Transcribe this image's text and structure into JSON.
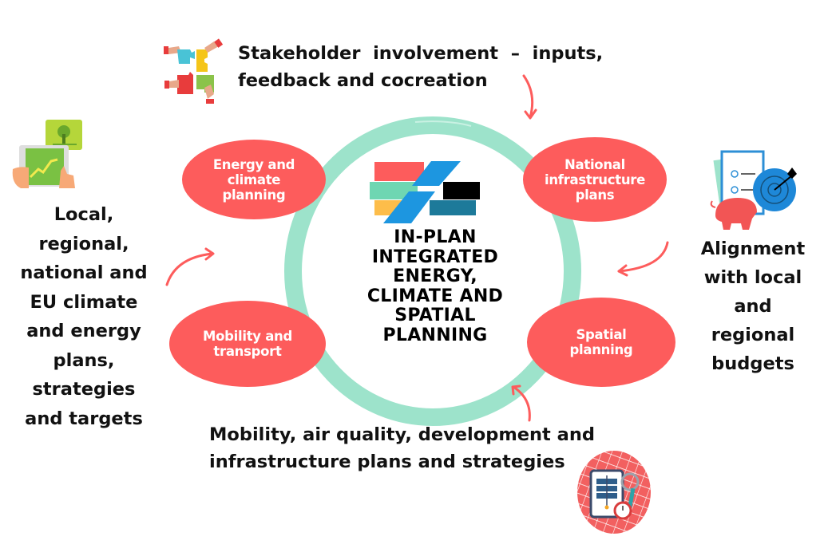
{
  "diagram": {
    "center": {
      "title_lines": [
        "IN-PLAN",
        "INTEGRATED",
        "ENERGY,",
        "CLIMATE AND",
        "SPATIAL",
        "PLANNING"
      ],
      "logo": "in-plan-logo"
    },
    "nodes": [
      {
        "id": "energy-climate",
        "lines": [
          "Energy and",
          "climate",
          "planning"
        ]
      },
      {
        "id": "national-infrastructure",
        "lines": [
          "National",
          "infrastructure",
          "plans"
        ]
      },
      {
        "id": "mobility-transport",
        "lines": [
          "Mobility and",
          "transport"
        ]
      },
      {
        "id": "spatial-planning",
        "lines": [
          "Spatial",
          "planning"
        ]
      }
    ],
    "inputs": {
      "top": {
        "lines": [
          "Stakeholder  involvement  –  inputs,",
          "feedback and cocreation"
        ],
        "icon": "puzzle-hands-icon"
      },
      "left": {
        "lines": [
          "Local,",
          "regional,",
          "national and",
          "EU climate",
          "and energy",
          "plans,",
          "strategies",
          "and targets"
        ],
        "icon": "tablet-growth-icon"
      },
      "right": {
        "lines": [
          "Alignment",
          "with local",
          "and",
          "regional",
          "budgets"
        ],
        "icon": "budget-target-icon"
      },
      "bottom": {
        "lines": [
          "Mobility, air quality, development and",
          "infrastructure plans and strategies"
        ],
        "icon": "city-map-icon"
      }
    },
    "colors": {
      "node": "#fd5c5c",
      "ring": "#9de3cb",
      "arrow": "#fd5c5c",
      "text": "#111111",
      "logo_red": "#fd5c5c",
      "logo_mint": "#6fd6b2",
      "logo_yellow": "#fdbd4a",
      "logo_blue": "#1d96e0",
      "logo_black": "#000000",
      "logo_teal": "#1d7a9a"
    }
  }
}
